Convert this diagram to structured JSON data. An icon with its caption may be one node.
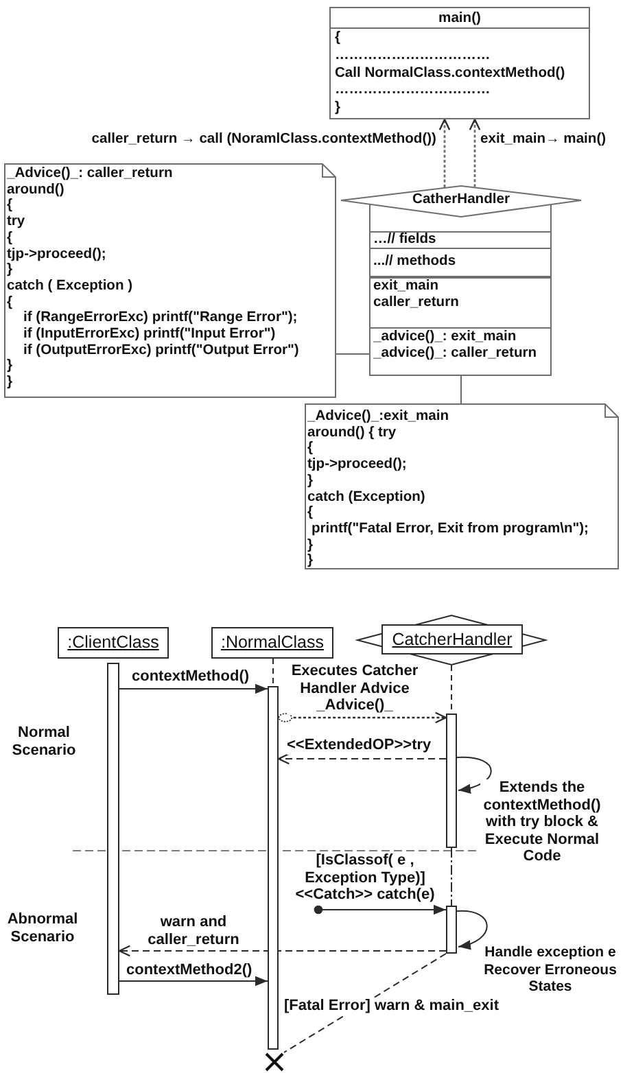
{
  "diagram": {
    "nodes": [
      {
        "text": [
          "main()",
          "{",
          "……………………………",
          "Call NormalClass.contextMethod()",
          "……………………………",
          "}"
        ]
      },
      {
        "text": [
          "_Advice()_: caller_return",
          "around()",
          "{",
          "try",
          "{",
          "tjp->proceed();",
          "}",
          "catch ( Exception )",
          "{",
          "if (RangeErrorExc) printf(\"Range Error\");",
          "if (InputErrorExc) printf(\"Input Error\")",
          "if (OutputErrorExc) printf(\"Output Error\")",
          "}",
          "}"
        ]
      },
      {
        "text": [
          "CatherHandler",
          "…// fields",
          "...// methods",
          "exit_main",
          "caller_return",
          "_advice()_: exit_main",
          "_advice()_: caller_return"
        ]
      },
      {
        "text": [
          "_Advice()_:exit_main",
          "around() { try",
          "{",
          "tjp->proceed();",
          "}",
          "catch (Exception)",
          "{",
          "printf(\"Fatal Error, Exit from program\\n\");",
          "}",
          "}"
        ]
      },
      {
        "text": [
          ":ClientClass"
        ]
      },
      {
        "text": [
          ":NormalClass"
        ]
      },
      {
        "text": [
          "CatcherHandler"
        ]
      },
      {
        "text": [],
        "shape": "bar"
      },
      {
        "text": [],
        "shape": "bar"
      },
      {
        "text": [],
        "shape": "bar"
      },
      {
        "text": [],
        "shape": "bar"
      },
      {
        "text": [],
        "shape": "cross"
      }
    ],
    "edges": [
      {
        "from": 2,
        "to": 0,
        "arrow": "to",
        "style": "dashed",
        "label": "caller_return → call (NoramlClass.contextMethod())"
      },
      {
        "from": 2,
        "to": 0,
        "arrow": "to",
        "style": "dashed",
        "label": "exit_main→ main()"
      },
      {
        "from": 1,
        "to": 2,
        "arrow": "none"
      },
      {
        "from": 2,
        "to": 3,
        "arrow": "none"
      },
      {
        "from": 5,
        "to": 8,
        "arrow": "none",
        "style": "dashed"
      },
      {
        "from": 6,
        "to": 9,
        "arrow": "none",
        "style": "dashed"
      },
      {
        "from": 9,
        "to": 10,
        "arrow": "none",
        "style": "dashed"
      },
      {
        "from": 7,
        "to": 8,
        "arrow": "to",
        "label": "contextMethod()"
      },
      {
        "from": 8,
        "to": 9,
        "arrow": "to",
        "style": "dashed",
        "label": "Executes Catcher Handler Advice _Advice()_"
      },
      {
        "from": 9,
        "to": 8,
        "arrow": "to",
        "style": "dashed",
        "label": "<<ExtendedOP>>try"
      },
      {
        "from": 9,
        "to": 9,
        "arrow": "to",
        "label": "Extends the contextMethod() with try block & Execute Normal Code"
      },
      {
        "from": null,
        "to": 10,
        "arrow": "to",
        "label": "[IsClassof( e , Exception Type)] <<Catch>> catch(e)"
      },
      {
        "from": 10,
        "to": 10,
        "arrow": "to",
        "label": "Handle exception e Recover Erroneous States"
      },
      {
        "from": 10,
        "to": 7,
        "arrow": "to",
        "style": "dashed",
        "label": "warn and caller_return"
      },
      {
        "from": 7,
        "to": 8,
        "arrow": "to",
        "label": "contextMethod2()"
      },
      {
        "from": 10,
        "to": 11,
        "arrow": "none",
        "style": "dashed",
        "label": "[Fatal Error] warn & main_exit"
      }
    ],
    "labels": [
      "Normal Scenario",
      "Abnormal Scenario"
    ]
  }
}
